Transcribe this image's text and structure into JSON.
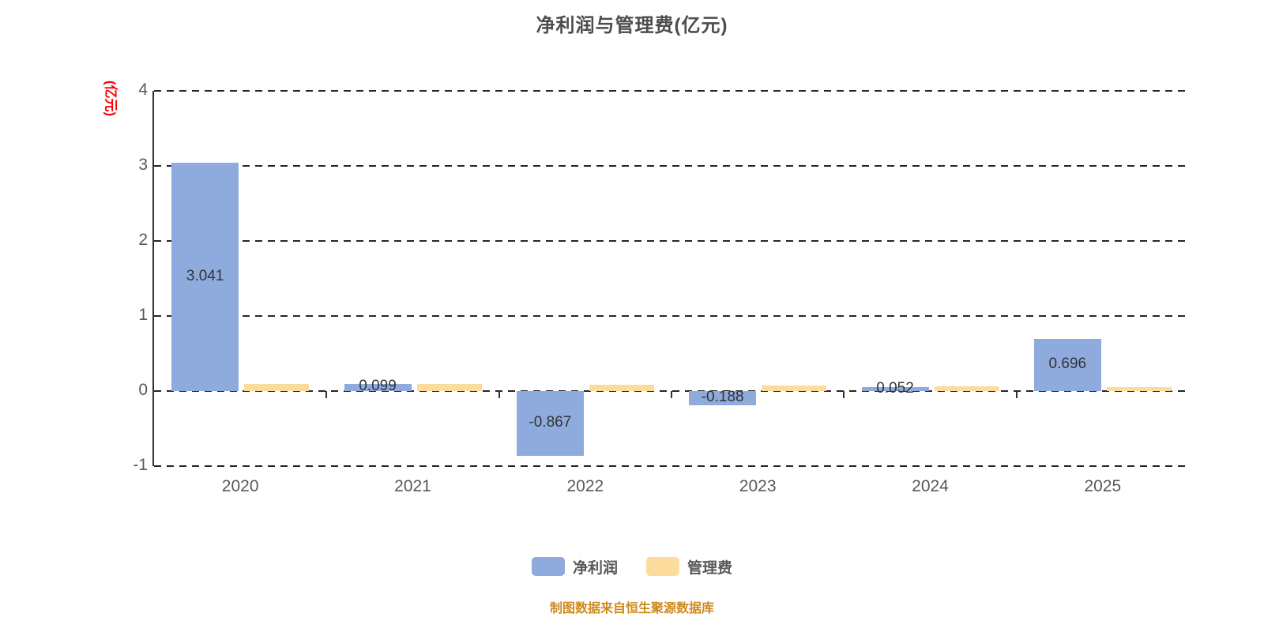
{
  "title": "净利润与管理费(亿元)",
  "y_axis_unit": "(亿元)",
  "source_note": "制图数据来自恒生聚源数据库",
  "legend": [
    {
      "label": "净利润",
      "color": "#8FAADC"
    },
    {
      "label": "管理费",
      "color": "#FBDC9D"
    }
  ],
  "colors": {
    "net_profit": "#8FAADC",
    "management_fee": "#FBDC9D",
    "title_text": "#4d4d4d",
    "axis_text": "#595959",
    "unit_label": "#ff0000",
    "source_text": "#cf8a1d"
  },
  "chart_data": {
    "type": "bar",
    "title": "净利润与管理费(亿元)",
    "categories": [
      "2020",
      "2021",
      "2022",
      "2023",
      "2024",
      "2025"
    ],
    "series": [
      {
        "name": "净利润",
        "key": "net-profit",
        "color": "#8FAADC",
        "values": [
          3.041,
          0.099,
          -0.867,
          -0.188,
          0.052,
          0.696
        ],
        "labels": [
          "3.041",
          "0.099",
          "-0.867",
          "-0.188",
          "0.052",
          "0.696"
        ],
        "show_labels": true
      },
      {
        "name": "管理费",
        "key": "management-fee",
        "color": "#FBDC9D",
        "values": [
          0.09,
          0.09,
          0.08,
          0.07,
          0.06,
          0.05
        ],
        "labels": [],
        "show_labels": false
      }
    ],
    "ylabel": "(亿元)",
    "ylim": [
      -1,
      4
    ],
    "yticks": [
      4,
      3,
      2,
      1,
      0,
      -1
    ],
    "grid": "horizontal-dashed",
    "legend_position": "bottom"
  }
}
